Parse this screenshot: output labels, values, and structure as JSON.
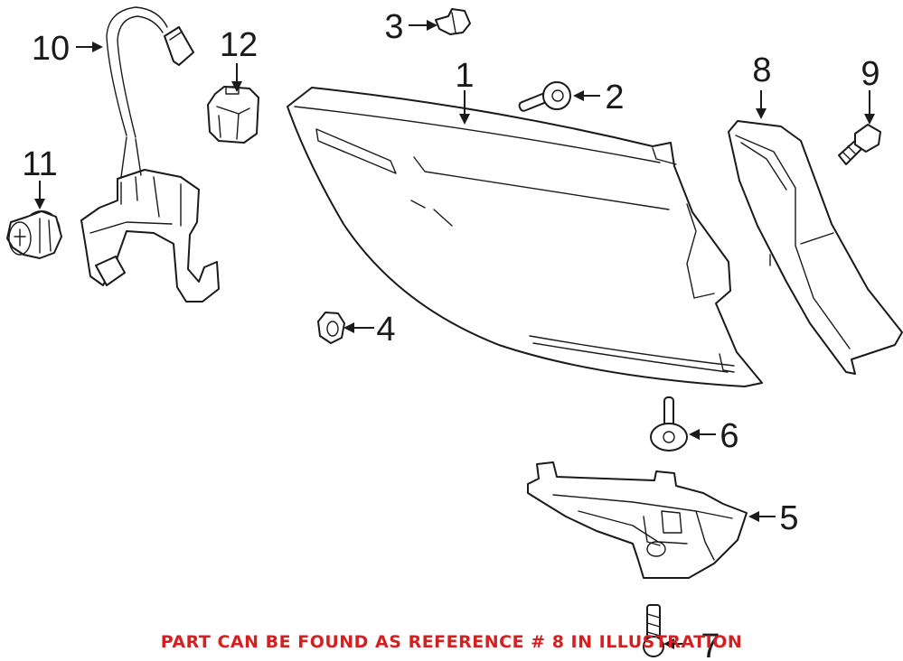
{
  "callouts": {
    "c1": "1",
    "c2": "2",
    "c3": "3",
    "c4": "4",
    "c5": "5",
    "c6": "6",
    "c7": "7",
    "c8": "8",
    "c9": "9",
    "c10": "10",
    "c11": "11",
    "c12": "12"
  },
  "notice": {
    "text": "PART CAN BE FOUND AS REFERENCE # 8 IN ILLUSTRATION",
    "color": "#d42020"
  },
  "colors": {
    "line": "#1a1a1a",
    "background": "#ffffff"
  }
}
